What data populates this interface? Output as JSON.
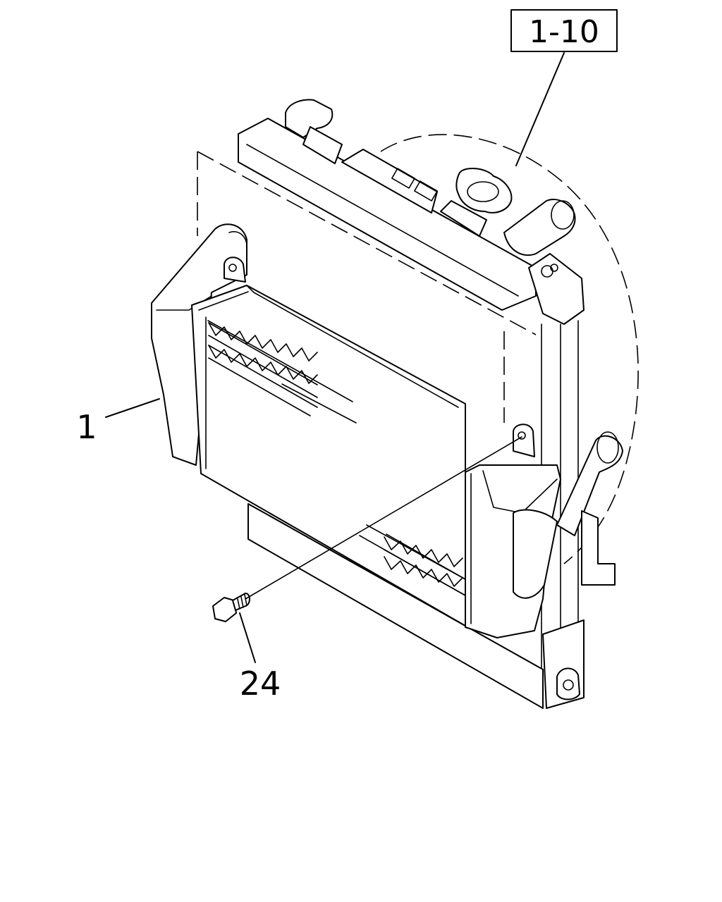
{
  "callouts": {
    "assembly_ref": "1-10",
    "part_1": "1",
    "part_24": "24"
  },
  "colors": {
    "line": "#000000",
    "background": "#ffffff"
  }
}
